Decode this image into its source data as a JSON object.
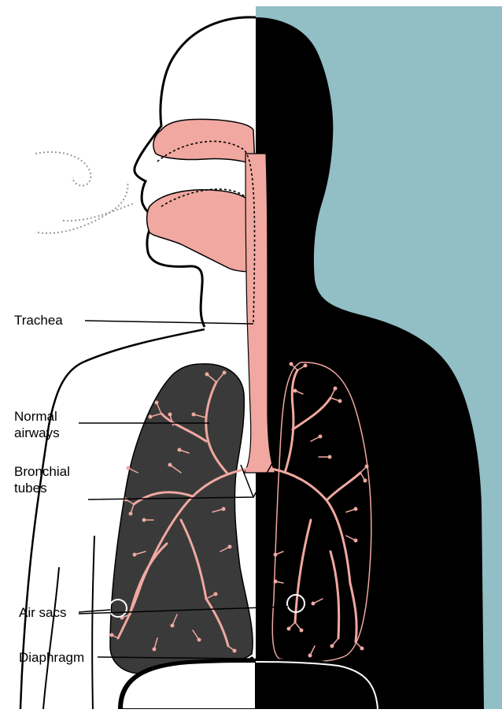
{
  "labels": {
    "trachea": "Trachea",
    "normal_airways": [
      "Normal",
      "airways"
    ],
    "bronchial_tubes": [
      "Bronchial",
      "tubes"
    ],
    "air_sacs": "Air sacs",
    "diaphragm": "Diaphragm"
  },
  "colors": {
    "background_panel": "#92bec5",
    "shadow_body": "#000000",
    "lung": "#3a3a3a",
    "airway": "#f0a8a0",
    "outline": "#000000"
  }
}
